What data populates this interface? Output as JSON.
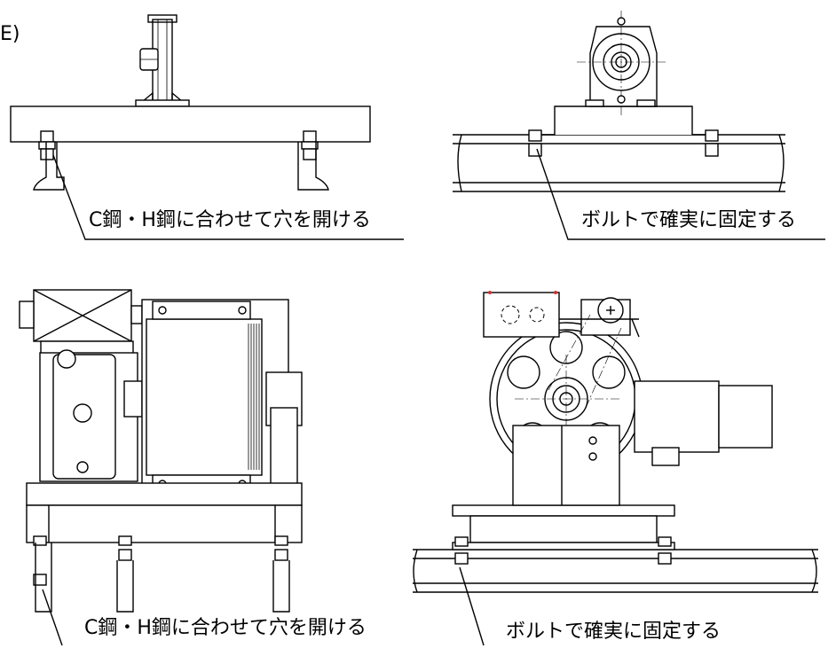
{
  "corner_text": "E)",
  "labels": {
    "top_left": "C鋼・H鋼に合わせて穴を開ける",
    "top_right": "ボルトで確実に固定する",
    "bottom_left": "C鋼・H鋼に合わせて穴を開ける",
    "bottom_right": "ボルトで確実に固定する"
  }
}
